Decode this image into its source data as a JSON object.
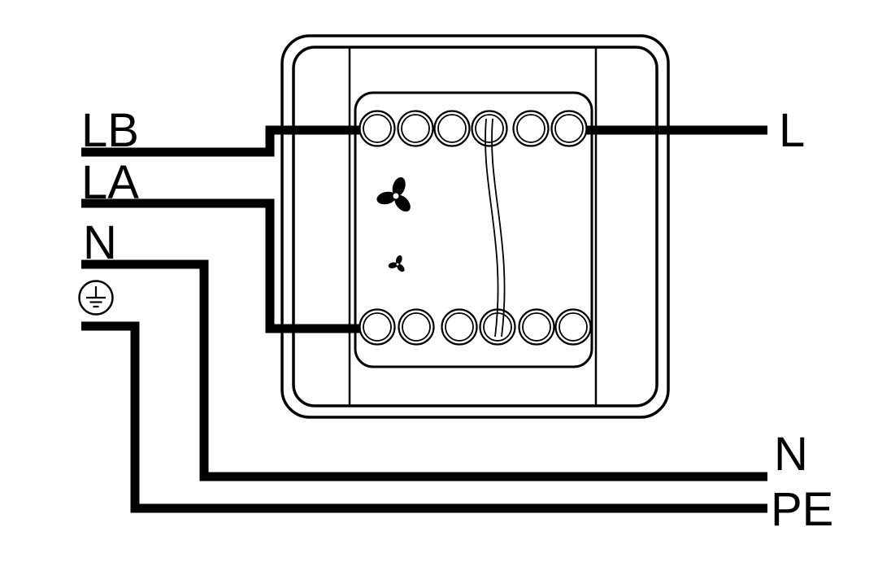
{
  "diagram": {
    "type": "wiring-diagram",
    "description": "Fan switch wiring diagram with terminal block, jumper wire, fan symbols and protective earth",
    "background_color": "#ffffff",
    "line_color": "#000000",
    "labels": {
      "left": {
        "lb": "LB",
        "la": "LA",
        "n": "N"
      },
      "right": {
        "l": "L",
        "n": "N",
        "pe": "PE"
      }
    },
    "icons": {
      "fan_large": "fan-large-icon",
      "fan_small": "fan-small-icon",
      "earth": "protective-earth-icon"
    },
    "terminals": {
      "top_count": 6,
      "bottom_count": 6
    },
    "jumper": "top-terminal-4 to bottom-terminal-4"
  }
}
